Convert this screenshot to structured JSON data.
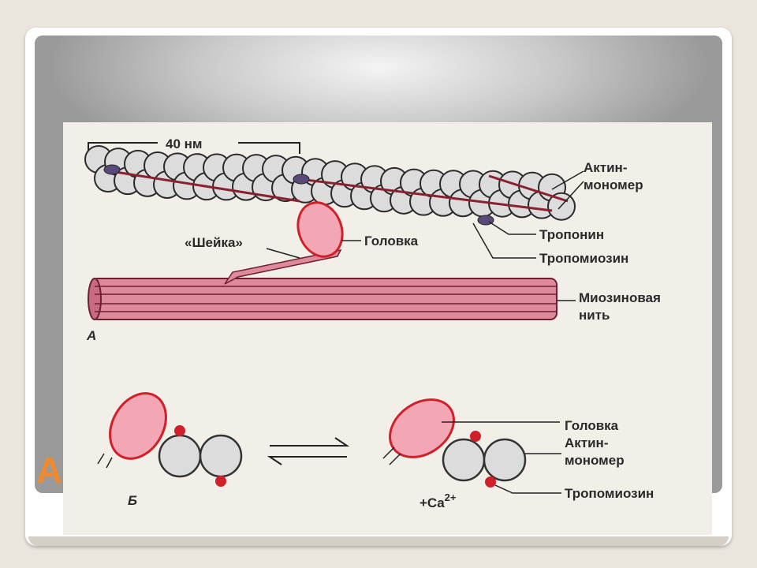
{
  "slide": {
    "title": "А"
  },
  "figure": {
    "scale_label": "40 нм",
    "neck_label": "«Шейка»",
    "panel_a": "А",
    "panel_b": "Б",
    "labels_a": {
      "actin_monomer_1": "Актин-",
      "actin_monomer_2": "мономер",
      "head": "Головка",
      "troponin": "Тропонин",
      "tropomyosin": "Тропомиозин",
      "myosin_1": "Миозиновая",
      "myosin_2": "нить"
    },
    "labels_b": {
      "head": "Головка",
      "actin_monomer_1": "Актин-",
      "actin_monomer_2": "мономер",
      "tropomyosin": "Тропомиозин",
      "calcium": "+Ca",
      "calcium_sup": "2+"
    },
    "colors": {
      "accent": "#f08a30",
      "myosin": "#d97a8e",
      "head": "#f3a0b0",
      "actin": "#dcdcdc",
      "tropomyosin": "#d0202a"
    }
  }
}
